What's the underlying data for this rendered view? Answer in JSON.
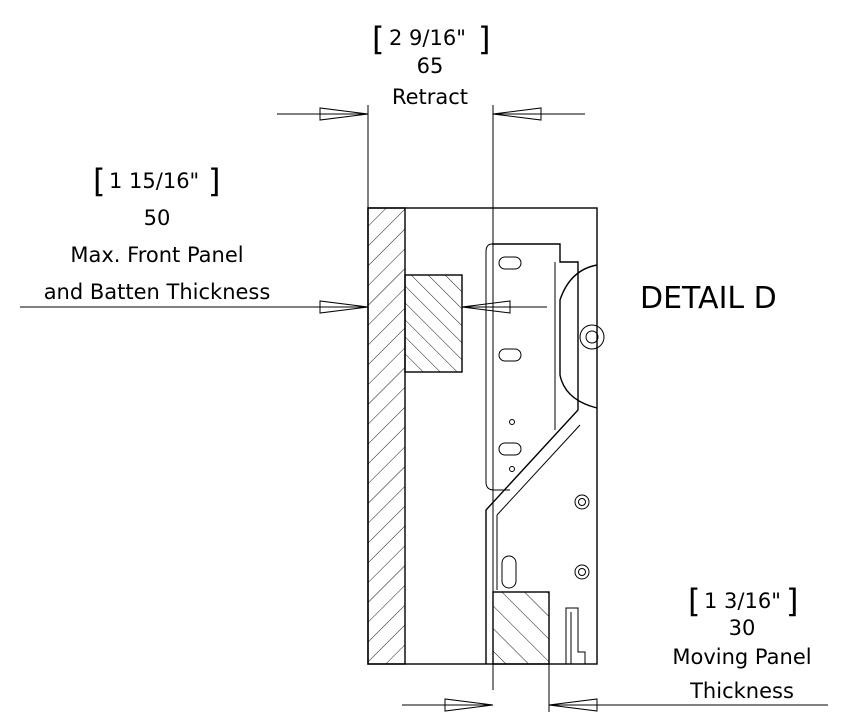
{
  "drawing": {
    "detail_label": "DETAIL D",
    "dimensions": {
      "retract": {
        "inch": "2 9/16\"",
        "mm": "65",
        "label": "Retract"
      },
      "front_panel": {
        "inch": "1 15/16\"",
        "mm": "50",
        "label_line1": "Max. Front Panel",
        "label_line2": "and Batten Thickness"
      },
      "moving_panel": {
        "inch": "1 3/16\"",
        "mm": "30",
        "label_line1": "Moving Panel",
        "label_line2": "Thickness"
      }
    }
  }
}
